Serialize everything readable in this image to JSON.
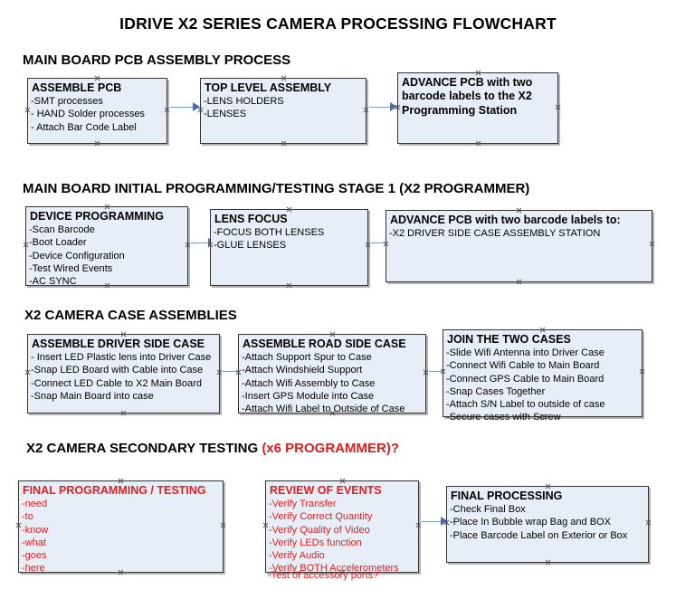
{
  "document": {
    "title": "IDRIVE X2  SERIES CAMERA PROCESSING FLOWCHART"
  },
  "colors": {
    "node_fill": "#e8eef7",
    "node_border": "#333333",
    "connector": "#7f9dc0",
    "arrowhead": "#4a6fa5",
    "text": "#000000",
    "red_text": "#e02020",
    "heading_red": "#d81f1f"
  },
  "sections": [
    {
      "id": "main-board-pcb-assembly",
      "heading": "MAIN BOARD PCB ASSEMBLY PROCESS",
      "heading_red": "",
      "nodes": [
        {
          "id": "assemble-pcb",
          "title": "ASSEMBLE PCB",
          "lines": [
            "-SMT processes",
            "- HAND Solder processes",
            "- Attach Bar Code Label"
          ]
        },
        {
          "id": "top-level-assembly",
          "title": "TOP LEVEL ASSEMBLY",
          "lines": [
            "-LENS HOLDERS",
            "-LENSES"
          ]
        },
        {
          "id": "advance-pcb-programming-station",
          "title": "ADVANCE PCB with two barcode labels to the  X2 Programming Station",
          "lines": []
        }
      ]
    },
    {
      "id": "main-board-initial-programming",
      "heading": "MAIN BOARD INITIAL PROGRAMMING/TESTING STAGE 1 (X2 PROGRAMMER)",
      "heading_red": "",
      "nodes": [
        {
          "id": "device-programming",
          "title": "DEVICE PROGRAMMING",
          "lines": [
            "-Scan Barcode",
            "-Boot Loader",
            "-Device Configuration",
            "-Test Wired Events",
            "-AC SYNC"
          ]
        },
        {
          "id": "lens-focus",
          "title": "LENS FOCUS",
          "lines": [
            "-FOCUS BOTH LENSES",
            "-GLUE LENSES"
          ]
        },
        {
          "id": "advance-pcb-driver-side-case",
          "title": "ADVANCE PCB with two barcode labels to:",
          "lines": [
            "-X2 DRIVER  SIDE  CASE  ASSEMBLY STATION"
          ]
        }
      ]
    },
    {
      "id": "x2-camera-case-assemblies",
      "heading": "X2 CAMERA CASE ASSEMBLIES",
      "heading_red": "",
      "nodes": [
        {
          "id": "assemble-driver-side-case",
          "title": "ASSEMBLE DRIVER SIDE CASE",
          "lines": [
            "- Insert LED Plastic lens into Driver Case",
            "-Snap LED Board with Cable into Case",
            "-Connect LED Cable to X2 Main Board",
            "-Snap Main Board into case"
          ]
        },
        {
          "id": "assemble-road-side-case",
          "title": "ASSEMBLE ROAD SIDE CASE",
          "lines": [
            "-Attach Support Spur to Case",
            "-Attach Windshield Support",
            "-Attach Wifi Assembly to Case",
            "-Insert GPS Module into Case",
            "-Attach Wifi Label to Outside of Case"
          ]
        },
        {
          "id": "join-the-two-cases",
          "title": "JOIN THE TWO CASES",
          "lines": [
            "-Slide Wifi Antenna into Driver Case",
            "-Connect Wifi Cable to Main Board",
            "-Connect GPS Cable to Main Board",
            "-Snap Cases Together",
            "-Attach S/N Label to outside of case",
            "-Secure cases with Screw"
          ]
        }
      ]
    },
    {
      "id": "x2-camera-secondary-testing",
      "heading": "X2 CAMERA SECONDARY TESTING ",
      "heading_red": "(x6 PROGRAMMER)?",
      "nodes": [
        {
          "id": "final-programming-testing",
          "title": "FINAL PROGRAMMING / TESTING",
          "lines": [
            "-need",
            "-to",
            "-know",
            "-what",
            "-goes",
            "-here"
          ]
        },
        {
          "id": "review-of-events",
          "title": "REVIEW OF EVENTS",
          "lines": [
            "-Verify Transfer",
            "-Verify Correct Quantity",
            "-Verify Quality of Video",
            "-Verify LEDs function",
            "-Verify Audio",
            "-Verify BOTH Accelerometers"
          ],
          "overflow_line": "-Test of accessory ports?"
        },
        {
          "id": "final-processing",
          "title": "FINAL PROCESSING",
          "lines": [
            "-Check Final Box",
            "-Place In Bubble wrap Bag and BOX",
            "-Place Barcode Label on Exterior or Box"
          ]
        }
      ]
    }
  ]
}
